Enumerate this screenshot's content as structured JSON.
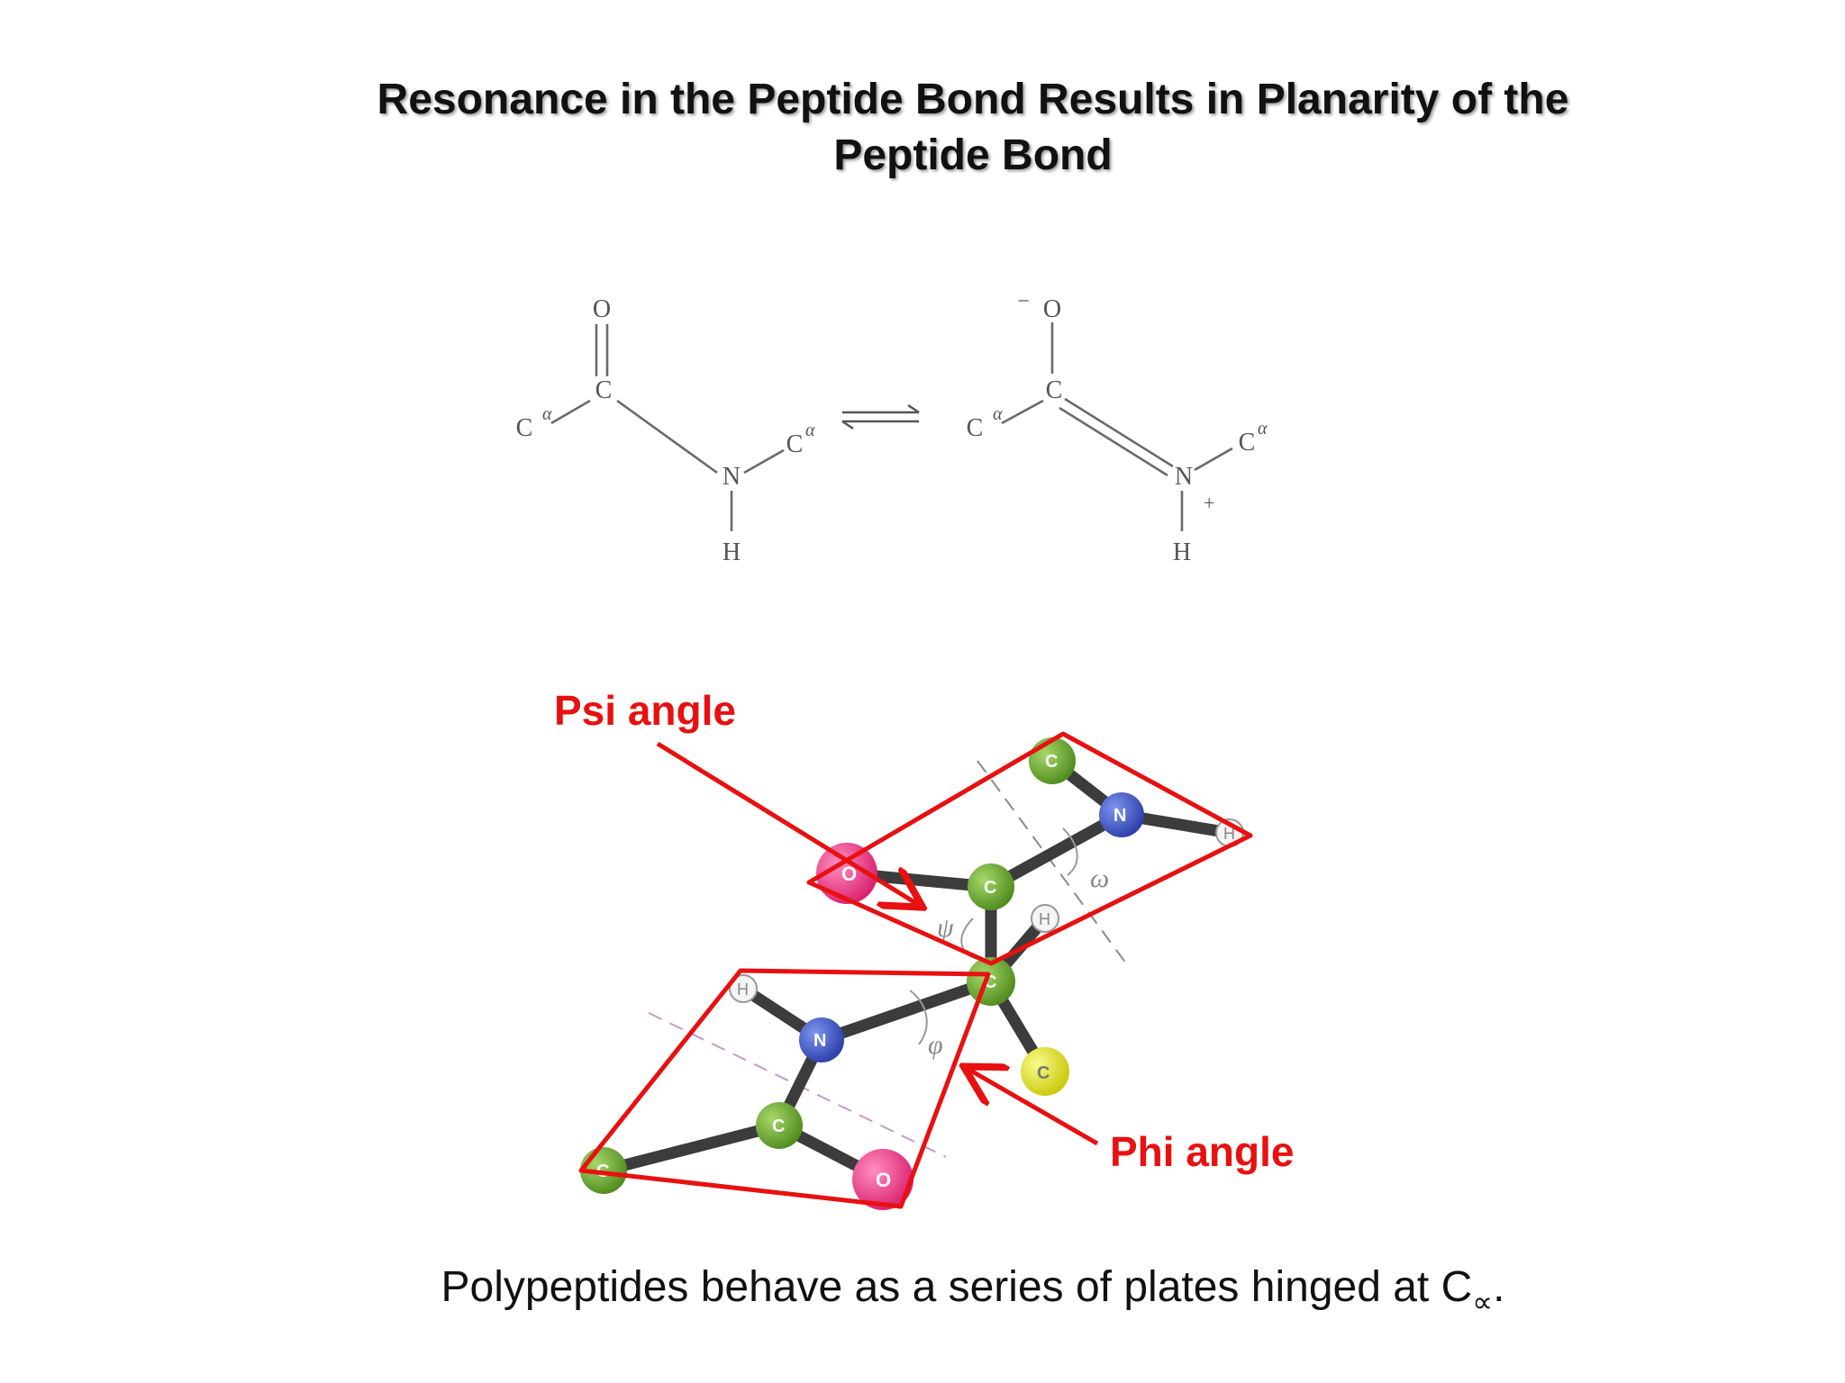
{
  "slide": {
    "title_line1": "Resonance in the Peptide Bond Results in Planarity of the",
    "title_line2": "Peptide Bond"
  },
  "resonance": {
    "left": {
      "carbonyl_o": "O",
      "carbonyl_c": "C",
      "alpha1": "C",
      "alpha1_sup": "α",
      "nitrogen": "N",
      "alpha2": "C",
      "alpha2_sup": "α",
      "hydrogen": "H"
    },
    "right": {
      "minus": "−",
      "carbonyl_o": "O",
      "carbonyl_c": "C",
      "alpha1": "C",
      "alpha1_sup": "α",
      "nitrogen": "N",
      "plus": "+",
      "alpha2": "C",
      "alpha2_sup": "α",
      "hydrogen": "H"
    }
  },
  "model": {
    "atoms": {
      "c_alpha_top": "C",
      "n_top": "N",
      "h_top": "H",
      "o_top": "O",
      "c_carbonyl_top": "C",
      "h_mid": "H",
      "c_alpha_center": "C",
      "h_left": "H",
      "n_left": "N",
      "c_beta": "C",
      "c_carbonyl_bottom": "C",
      "c_alpha_bottom": "C",
      "o_bottom": "O"
    },
    "angles": {
      "psi": "ψ",
      "phi": "φ",
      "omega": "ω"
    },
    "colors": {
      "plate_outline": "#e81010",
      "carbon": "#6fae2e",
      "nitrogen": "#3b55cc",
      "oxygen": "#ec3f8a",
      "beta_carbon": "#e3e31e",
      "bond": "#3c3c3c"
    }
  },
  "labels": {
    "psi": "Psi angle",
    "phi": "Phi angle"
  },
  "caption": {
    "text": "Polypeptides behave as a series of plates hinged at C",
    "subscript": "∝",
    "end": "."
  }
}
